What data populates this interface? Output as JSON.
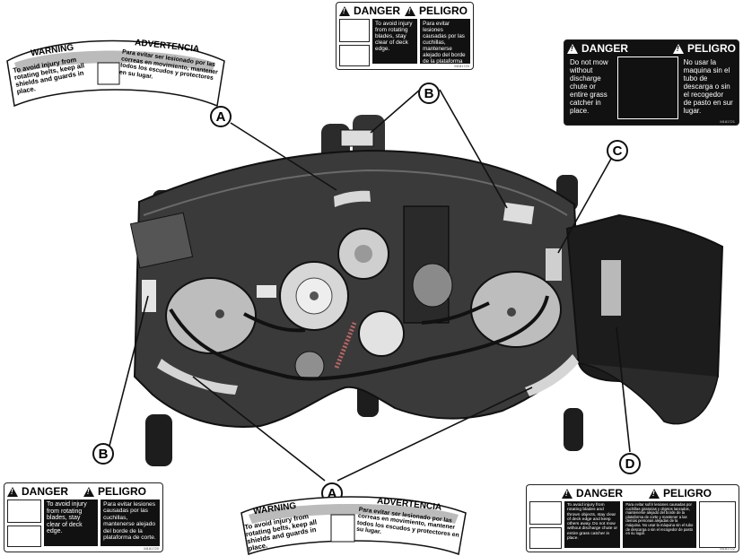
{
  "callouts": {
    "a_top": "A",
    "b_top": "B",
    "c": "C",
    "b_bottom": "B",
    "a_bottom": "A",
    "d": "D"
  },
  "danger_small": {
    "danger": "DANGER",
    "peligro": "PELIGRO",
    "en": "To avoid injury from rotating blades, stay clear of deck edge.",
    "es": "Para evitar lesiones causadas por las cuchillas, mantenerse alejado del borde de la plataforma de corte.",
    "code": "M181720"
  },
  "warning_arc": {
    "warning": "WARNING",
    "advertencia": "ADVERTENCIA",
    "en": "To avoid injury from rotating belts, keep all shields and guards in place.",
    "es": "Para evitar ser lesionado por las correas en movimiento, mantener todos los escudos y protectores en su lugar."
  },
  "danger_c": {
    "danger": "DANGER",
    "peligro": "PELIGRO",
    "en": "Do not mow without discharge chute or entire grass catcher in place.",
    "es": "No usar la maquina sin el tubo de descarga o sin el recogedor de pasto en sur lugar.",
    "code": "M181721"
  },
  "danger_d": {
    "danger": "DANGER",
    "peligro": "PELIGRO",
    "en": "To avoid injury from rotating blades and thrown objects, stay clear of deck edge and keep others away. Do not mow without discharge chute or entire grass catcher in place.",
    "es": "Para evitar sufrir lesiones causadas por cuchillas giratorias y objetos lanzados, mantenerse alejado del borde de la plataforma de corte y mantener a las demás personas alejadas de la máquina. No usar la máquina sin el tubo de descarga o sin el recogedor de pasto en su lugar.",
    "code": "M181722"
  }
}
